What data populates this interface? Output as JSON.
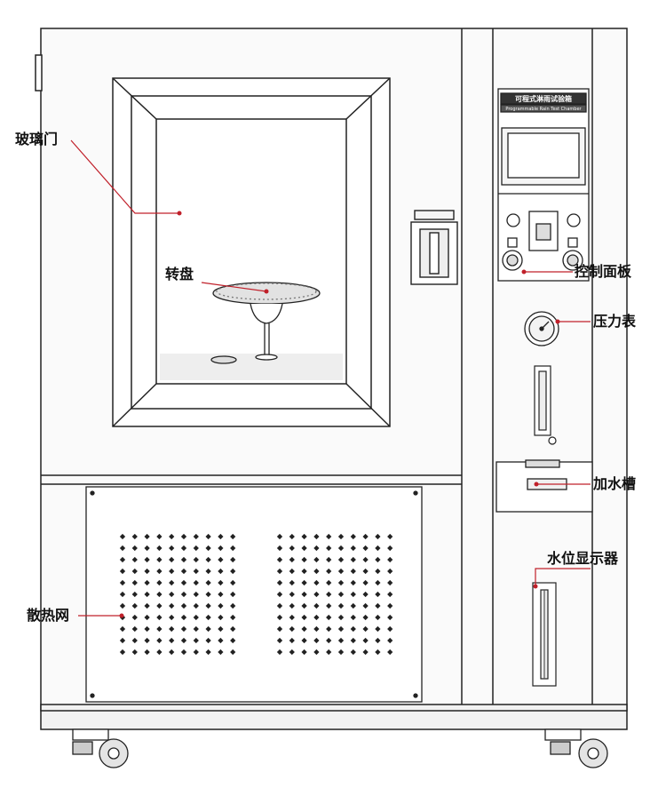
{
  "callouts": {
    "glass_door": "玻璃门",
    "turntable": "转盘",
    "control_panel": "控制面板",
    "pressure_gauge": "压力表",
    "water_tank": "加水槽",
    "water_level": "水位显示器",
    "heat_vent": "散热网"
  },
  "panel": {
    "nameplate_cn": "可程式淋雨试验箱",
    "nameplate_en": "Programmable Rain Test Chamber"
  },
  "colors": {
    "line": "#222222",
    "leader": "#c0202a",
    "cabinet": "#fafafa",
    "shade": "#e6e6e6"
  }
}
